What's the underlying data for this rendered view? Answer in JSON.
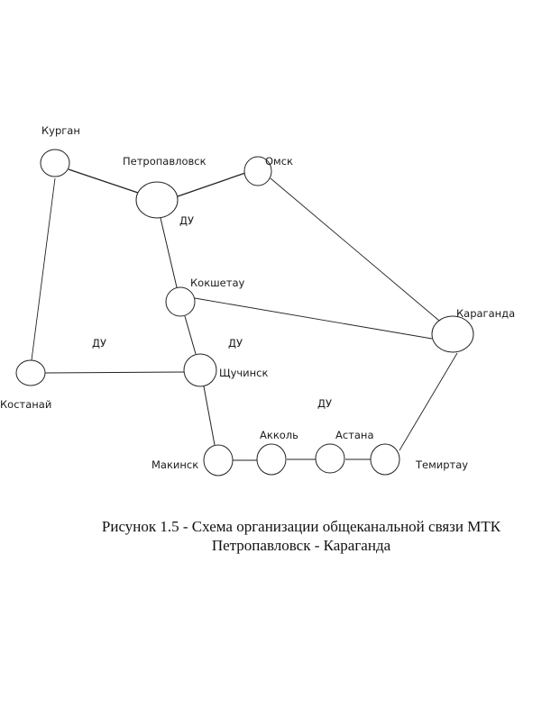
{
  "diagram": {
    "nodes": {
      "kurgan": "Курган",
      "petropavlovsk": "Петропавловск",
      "omsk": "Омск",
      "kokshetau": "Кокшетау",
      "karaganda": "Караганда",
      "kostanay": "Костанай",
      "shchuchinsk": "Щучинск",
      "makinsk": "Макинск",
      "akkol": "Акколь",
      "astana": "Астана",
      "temirtau": "Темиртау"
    },
    "region_labels": [
      "ДУ",
      "ДУ",
      "ДУ",
      "ДУ"
    ]
  },
  "caption": {
    "line1": "Рисунок 1.5 - Схема организации общеканальной связи МТК",
    "line2": "Петропавловск - Караганда"
  },
  "colors": {
    "stroke": "#222222",
    "text": "#1a1a1a",
    "background": "#ffffff"
  }
}
